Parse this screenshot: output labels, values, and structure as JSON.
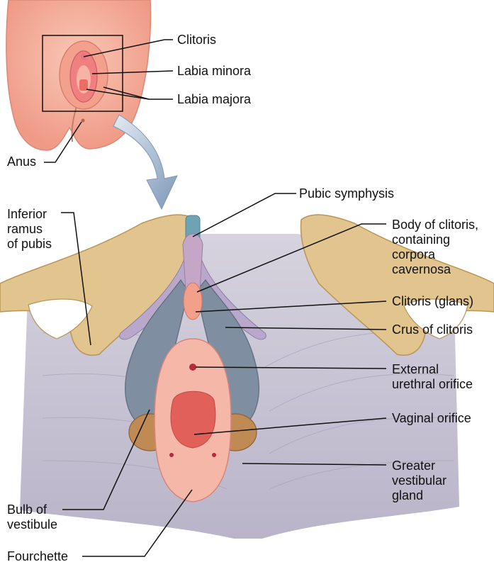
{
  "labels": {
    "clitoris": "Clitoris",
    "labia_minora": "Labia minora",
    "labia_majora": "Labia majora",
    "anus": "Anus",
    "pubic_symphysis": "Pubic symphysis",
    "inferior_ramus": [
      "Inferior",
      "ramus",
      "of pubis"
    ],
    "body_of_clitoris": [
      "Body of clitoris,",
      "containing",
      "corpora",
      "cavernosa"
    ],
    "clitoris_glans": "Clitoris (glans)",
    "crus_of_clitoris": "Crus of clitoris",
    "external_urethral_orifice": [
      "External",
      "urethral orifice"
    ],
    "vaginal_orifice": "Vaginal orifice",
    "greater_vestibular_gland": [
      "Greater",
      "vestibular",
      "gland"
    ],
    "bulb_of_vestibule": [
      "Bulb of",
      "vestibule"
    ],
    "fourchette": "Fourchette"
  },
  "colors": {
    "skin": "#f4ab98",
    "labia": "#f08a86",
    "bone": "#e2c48e",
    "muscle": "#c9c5d3",
    "bulb": "#7f8ea0",
    "crus": "#b9a8cc",
    "cartilage": "#6fa3b4",
    "vestibule": "#f4b7a8",
    "vaginal_opening": "#e2605a",
    "gland": "#c08a54",
    "arrow": "#7d98b8",
    "leader": "#111111"
  }
}
